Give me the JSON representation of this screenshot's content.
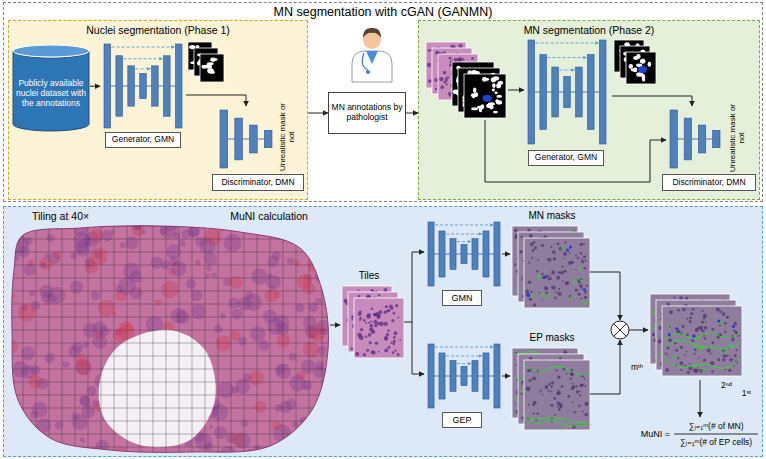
{
  "diagram": {
    "nodes": [
      {
        "text": [
          "MN segmentation with cGAN (GANMN)"
        ]
      },
      {
        "text": [
          "Nuclei segmentation (Phase 1)"
        ],
        "in": 0
      },
      {
        "text": [
          "Publicly available nuclei dataset with the annotations"
        ],
        "in": 1
      },
      {
        "text": [
          "Generator, GMN"
        ],
        "in": 1
      },
      {
        "text": [
          "Discriminator, DMN"
        ],
        "in": 1
      },
      {
        "text": [
          "MN annotations by pathologist"
        ],
        "in": 0
      },
      {
        "text": [
          "MN segmentation (Phase 2)"
        ],
        "in": 0
      },
      {
        "text": [
          "Generator, GMN"
        ],
        "in": 6
      },
      {
        "text": [
          "Discriminator, DMN"
        ],
        "in": 6
      },
      {
        "text": [
          "Tiling at 40×",
          "MuNI calculation"
        ]
      },
      {
        "text": [
          "GMN"
        ],
        "in": 9
      },
      {
        "text": [
          "GEP"
        ],
        "in": 9
      }
    ],
    "edges": [
      {
        "from": 2,
        "to": 3,
        "arrow": "to"
      },
      {
        "from": 3,
        "to": 4,
        "arrow": "to"
      },
      {
        "from": 1,
        "to": 5,
        "arrow": "to"
      },
      {
        "from": 5,
        "to": 6,
        "arrow": "to"
      },
      {
        "from": 7,
        "to": 8,
        "arrow": "to"
      }
    ],
    "labels": [
      "Unrealistic mask or not",
      "Unrealistic mask or not",
      "Tiles",
      "MN masks",
      "EP masks",
      "mᵗʰ",
      "2ⁿᵈ",
      "1ˢᵗ",
      "MuNI =",
      "∑ᵢ₌₁ᵐ(# of MN)",
      "∑ᵢ₌₁ᵐ(# of EP cells)"
    ]
  }
}
